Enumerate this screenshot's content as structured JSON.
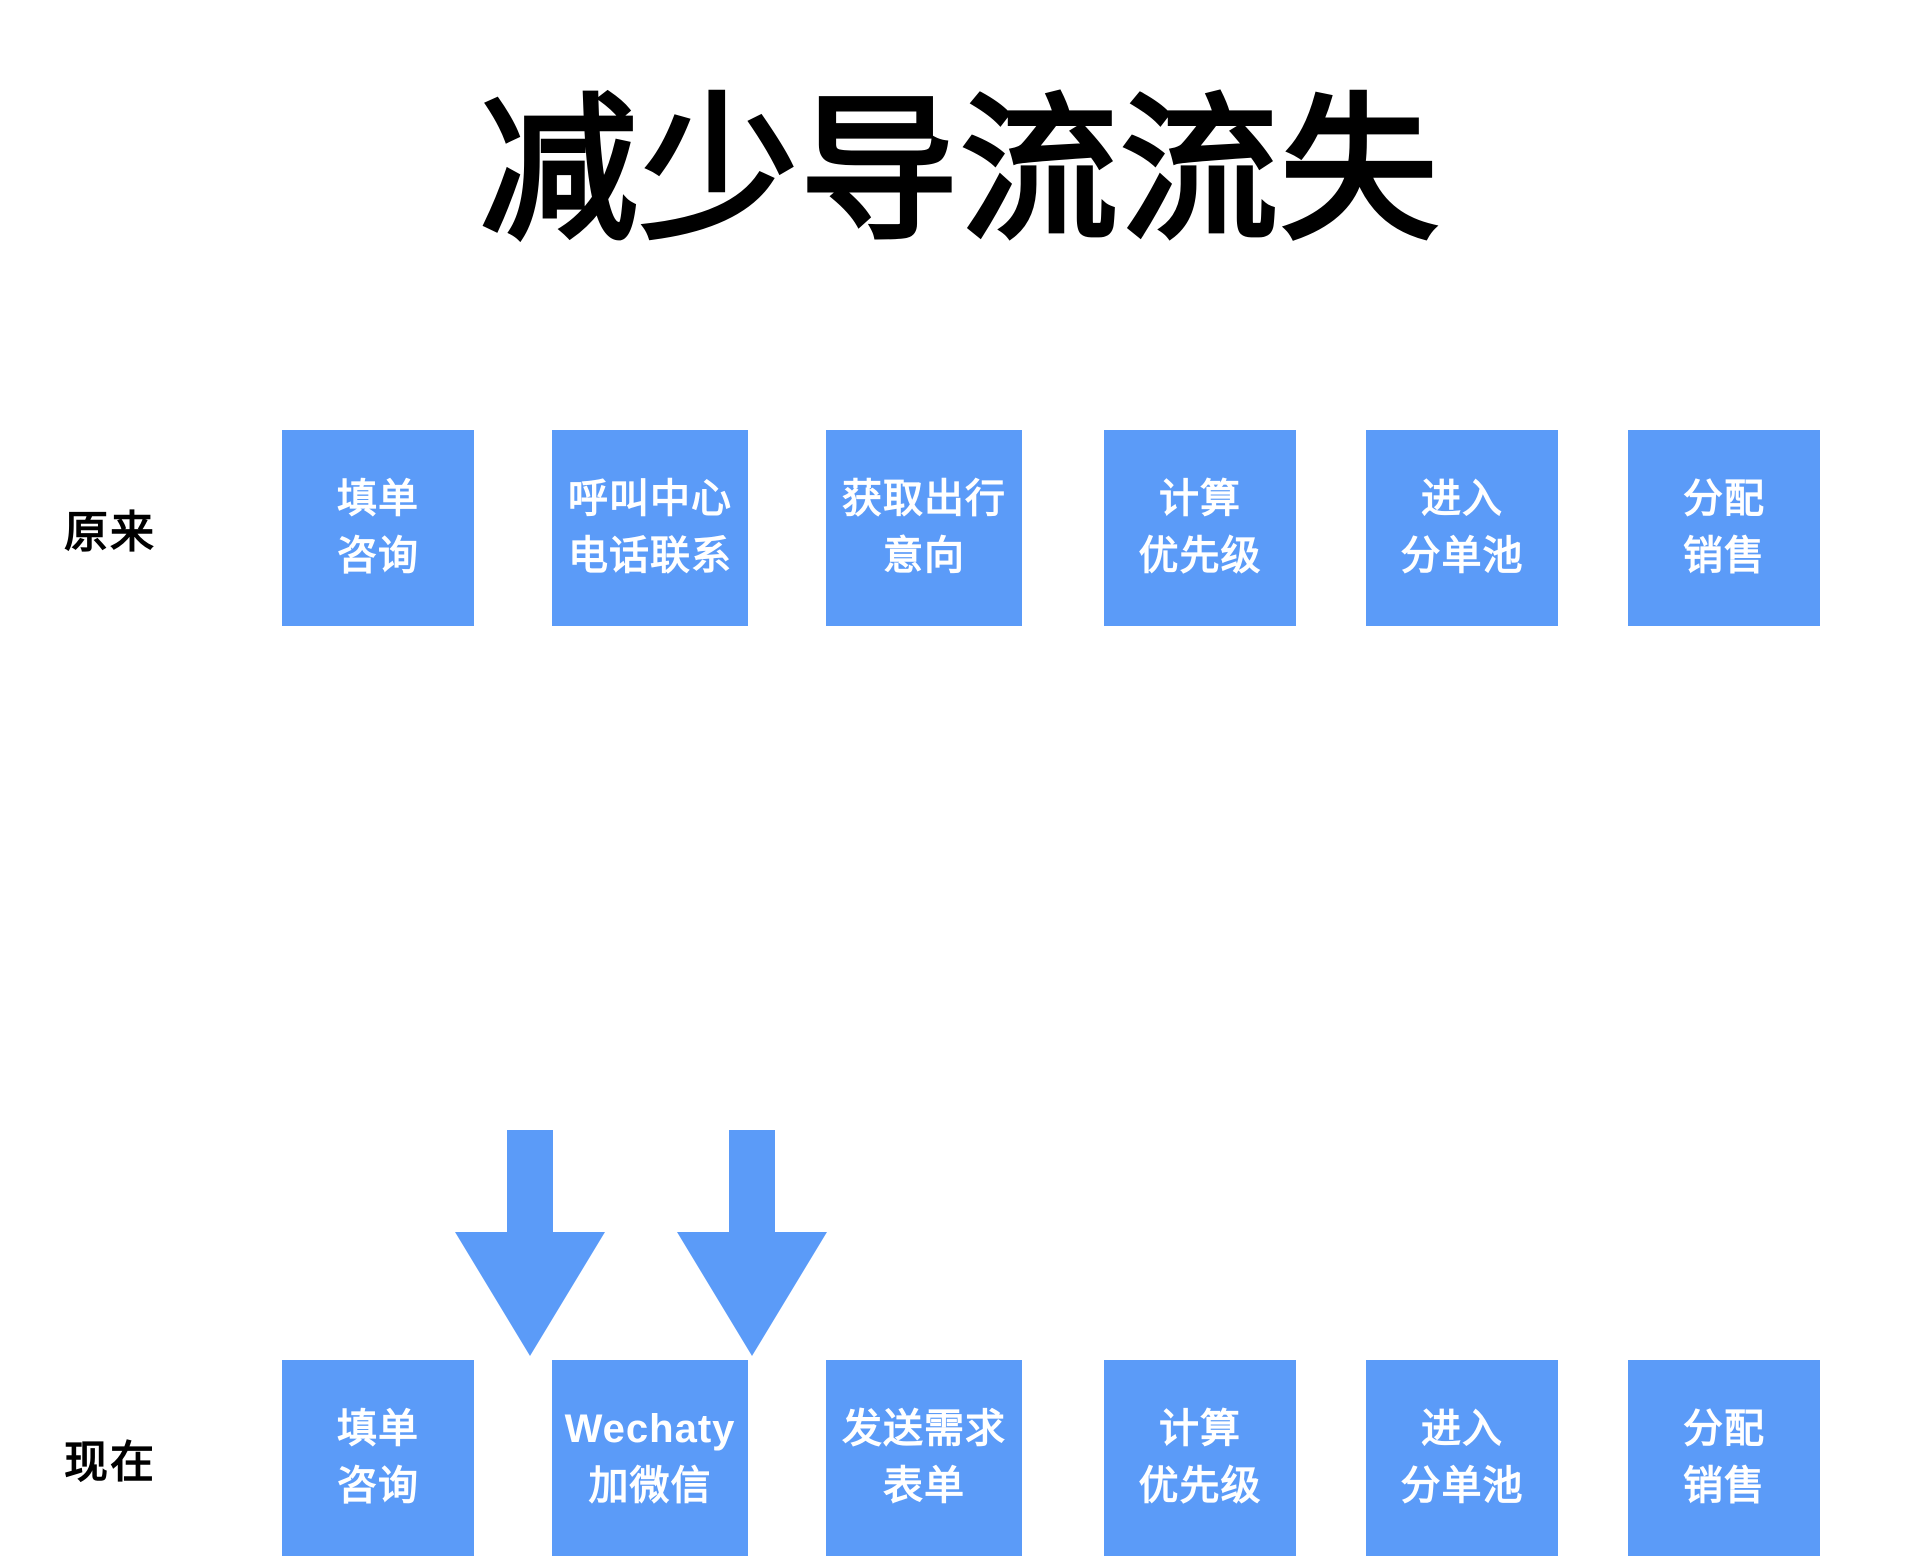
{
  "slide": {
    "title": "减少导流流失",
    "background_color": "#ffffff",
    "accent_color": "#5b9bf8",
    "text_color": "#ffffff",
    "label_color": "#000000"
  },
  "rows": [
    {
      "label": "原来",
      "boxes": [
        {
          "line1": "填单",
          "line2": "咨询"
        },
        {
          "line1": "呼叫中心",
          "line2": "电话联系"
        },
        {
          "line1": "获取出行",
          "line2": "意向"
        },
        {
          "line1": "计算",
          "line2": "优先级"
        },
        {
          "line1": "进入",
          "line2": "分单池"
        },
        {
          "line1": "分配",
          "line2": "销售"
        }
      ]
    },
    {
      "label": "现在",
      "boxes": [
        {
          "line1": "填单",
          "line2": "咨询"
        },
        {
          "line1": "Wechaty",
          "line2": "加微信"
        },
        {
          "line1": "发送需求",
          "line2": "表单"
        },
        {
          "line1": "计算",
          "line2": "优先级"
        },
        {
          "line1": "进入",
          "line2": "分单池"
        },
        {
          "line1": "分配",
          "line2": "销售"
        }
      ]
    }
  ],
  "arrows": [
    {
      "name": "arrow-down-step2",
      "direction": "down"
    },
    {
      "name": "arrow-down-step3",
      "direction": "down"
    }
  ]
}
